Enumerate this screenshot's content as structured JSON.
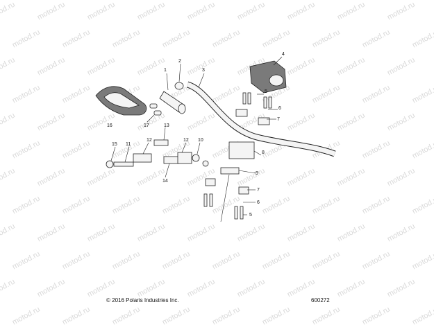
{
  "watermark": "motod.ru",
  "copyright": "© 2016 Polaris Industries Inc.",
  "diagram_id": "600272",
  "callouts": [
    "1",
    "2",
    "3",
    "4",
    "5",
    "6",
    "7",
    "16",
    "17",
    "13",
    "15",
    "11",
    "12",
    "12",
    "10",
    "8",
    "14",
    "9",
    "7",
    "6",
    "5"
  ]
}
